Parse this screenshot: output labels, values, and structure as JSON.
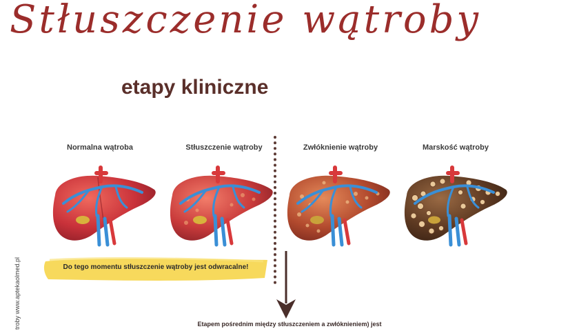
{
  "header": {
    "title": "Stłuszczenie wątroby",
    "subtitle": "etapy kliniczne"
  },
  "stages": [
    {
      "label": "Normalna wątroba",
      "condition": "normal",
      "icon": "liver-normal-icon"
    },
    {
      "label": "Stłuszczenie wątroby",
      "condition": "fatty",
      "icon": "liver-fatty-icon"
    },
    {
      "label": "Zwłóknienie wątroby",
      "condition": "fibrosis",
      "icon": "liver-fibrosis-icon"
    },
    {
      "label": "Marskość wątroby",
      "condition": "cirrhosis",
      "icon": "liver-cirrhosis-icon"
    }
  ],
  "note": {
    "text": "Do tego momentu stłuszczenie wątroby jest odwracalne!"
  },
  "bottom_text": "Etapem pośrednim między stłuszczeniem a zwłóknieniem) jest",
  "side_text": "troby  www.aptekaolmed.pl",
  "colors": {
    "title": "#9b2d2b",
    "subtitle": "#5a2f2a",
    "highlight": "#f6d54a",
    "divider": "#5c3a34",
    "arrow": "#4a2e2a",
    "vein": "#3a8fd6",
    "artery": "#d8393b"
  }
}
